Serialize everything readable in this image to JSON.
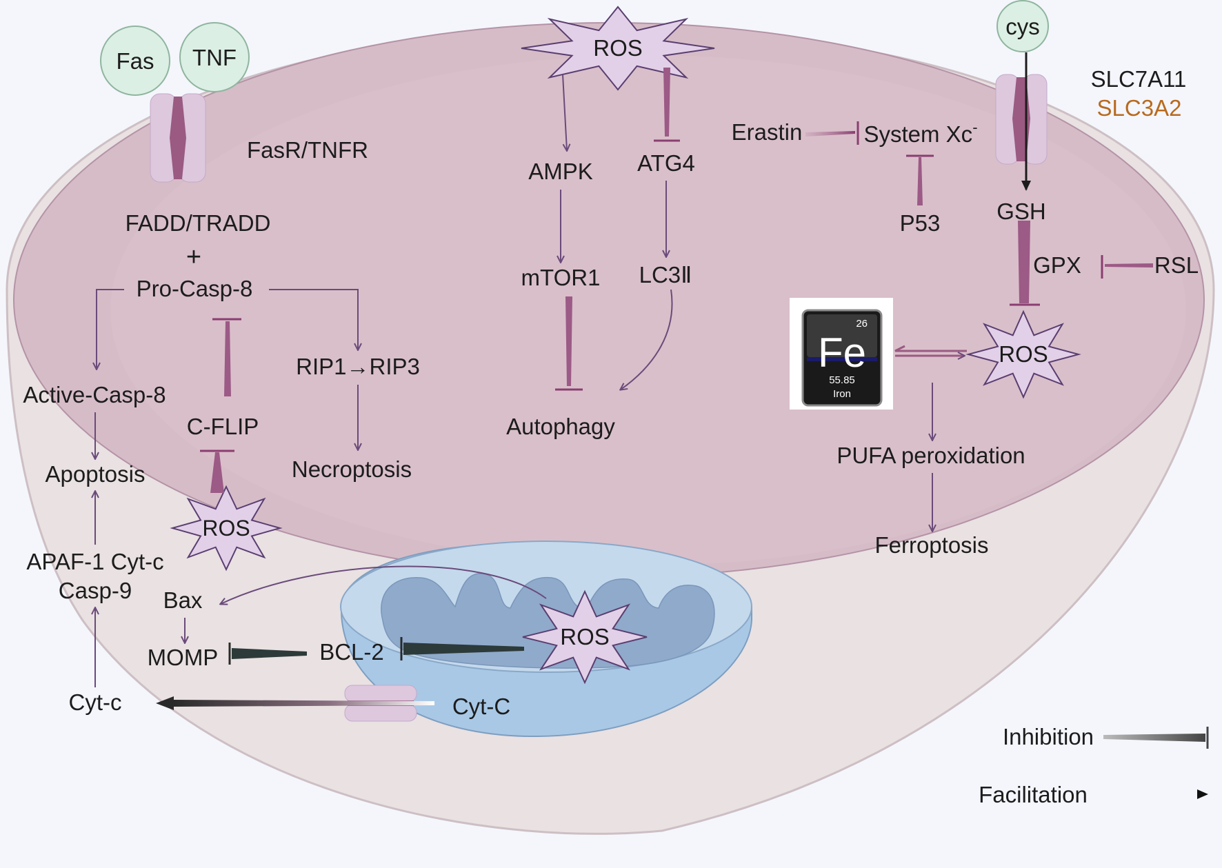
{
  "colors": {
    "background": "#f4f6fc",
    "cell_outer": "#e9e1e2",
    "cytoplasm": "#d6bcc7",
    "cytoplasm_inner": "#d9bfca",
    "receptor": "#ddc8de",
    "receptor_core": "#9a5a82",
    "ligand": "#dcefe4",
    "ros_star": "#e2d0e8",
    "ros_stroke": "#5a3e70",
    "arrow": "#6a4a7a",
    "inhibition": "#9c5a86",
    "mito_outer": "#a8c8e6",
    "mito_inner": "#8faacb",
    "slc3a2": "#b86a1e"
  },
  "ligands": {
    "fas": "Fas",
    "tnf": "TNF",
    "cys": "cys"
  },
  "receptors": {
    "fasr_tnfr": "FasR/TNFR",
    "slc7a11": "SLC7A11",
    "slc3a2": "SLC3A2"
  },
  "extrinsic": {
    "fadd_tradd": "FADD/TRADD",
    "plus": "+",
    "pro_casp8": "Pro-Casp-8",
    "active_casp8": "Active-Casp-8",
    "c_flip": "C-FLIP",
    "rip": "RIP1→RIP3",
    "necroptosis": "Necroptosis",
    "apoptosis": "Apoptosis",
    "apaf1": "APAF-1 Cyt-c",
    "casp9": "Casp-9",
    "bax": "Bax",
    "momp": "MOMP",
    "bcl2": "BCL-2",
    "cytc_out": "Cyt-c",
    "cytc_mito": "Cyt-C"
  },
  "ros": {
    "top": "ROS",
    "left": "ROS",
    "mito": "ROS",
    "ferro": "ROS"
  },
  "autophagy": {
    "ampk": "AMPK",
    "atg4": "ATG4",
    "mtor1": "mTOR1",
    "lc3": "LC3Ⅱ",
    "autophagy": "Autophagy"
  },
  "ferroptosis": {
    "erastin": "Erastin",
    "system_xc": "System Xc",
    "system_xc_sup": "-",
    "p53": "P53",
    "gsh": "GSH",
    "gpx": "GPX",
    "rsl": "RSL",
    "pufa": "PUFA peroxidation",
    "ferroptosis": "Ferroptosis",
    "fe_number": "26",
    "fe_symbol": "Fe",
    "fe_mass": "55.85",
    "fe_name": "Iron"
  },
  "legend": {
    "inhibition": "Inhibition",
    "facilitation": "Facilitation"
  }
}
